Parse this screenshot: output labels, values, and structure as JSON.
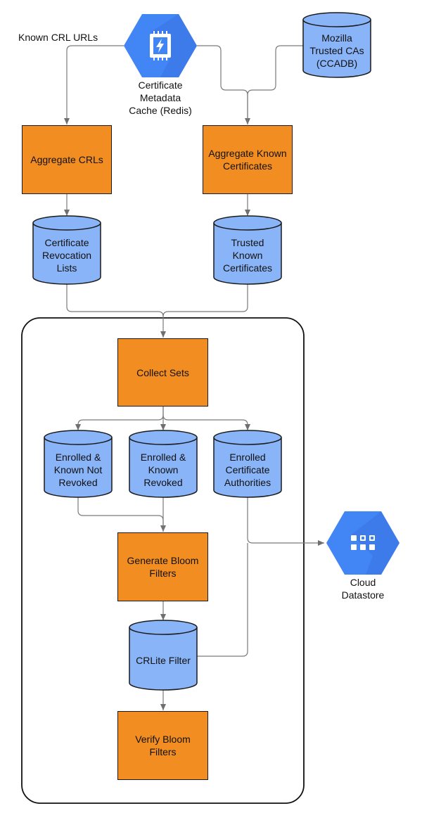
{
  "labels": {
    "known_crl_urls": "Known CRL URLs",
    "redis_cache": "Certificate\nMetadata\nCache (Redis)",
    "mozilla_cas": "Mozilla\nTrusted CAs\n(CCADB)",
    "aggregate_crls": "Aggregate CRLs",
    "aggregate_known_certs": "Aggregate Known\nCertificates",
    "crl_store": "Certificate\nRevocation\nLists",
    "trusted_known_certs": "Trusted\nKnown\nCertificates",
    "collect_sets": "Collect Sets",
    "enrolled_not_revoked": "Enrolled &\nKnown Not\nRevoked",
    "enrolled_revoked": "Enrolled &\nKnown\nRevoked",
    "enrolled_cas": "Enrolled\nCertificate\nAuthorities",
    "generate_bloom": "Generate Bloom\nFilters",
    "crlite_filter": "CRLite Filter",
    "verify_bloom": "Verify Bloom\nFilters",
    "cloud_datastore": "Cloud\nDatastore"
  },
  "icons": {
    "redis": "memorystore-lightning-icon",
    "datastore": "datastore-grid-icon"
  },
  "colors": {
    "process_fill": "#F28D22",
    "datastore_fill": "#8AB4F8",
    "gcp_blue": "#4285F4",
    "line": "#7a7a7a",
    "border": "#1a1a1a"
  }
}
